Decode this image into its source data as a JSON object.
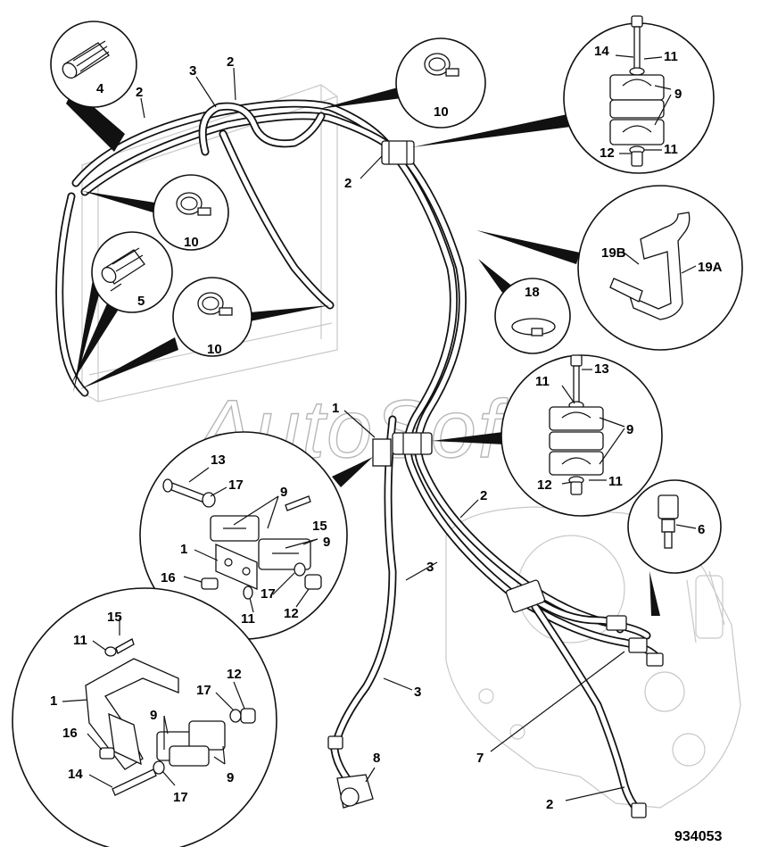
{
  "watermark": "AutoSoft",
  "figure_number": "934053",
  "labels": {
    "p1": "1",
    "p2": "2",
    "p3": "3",
    "p4": "4",
    "p5": "5",
    "p6": "6",
    "p7": "7",
    "p8": "8",
    "p9": "9",
    "p10": "10",
    "p11": "11",
    "p12": "12",
    "p13": "13",
    "p14": "14",
    "p15": "15",
    "p16": "16",
    "p17": "17",
    "p18": "18",
    "p19a": "19A",
    "p19b": "19B"
  },
  "colors": {
    "line": "#111111",
    "faint": "#c8c8c8",
    "watermark": "#b8b8b8",
    "background": "#ffffff"
  }
}
